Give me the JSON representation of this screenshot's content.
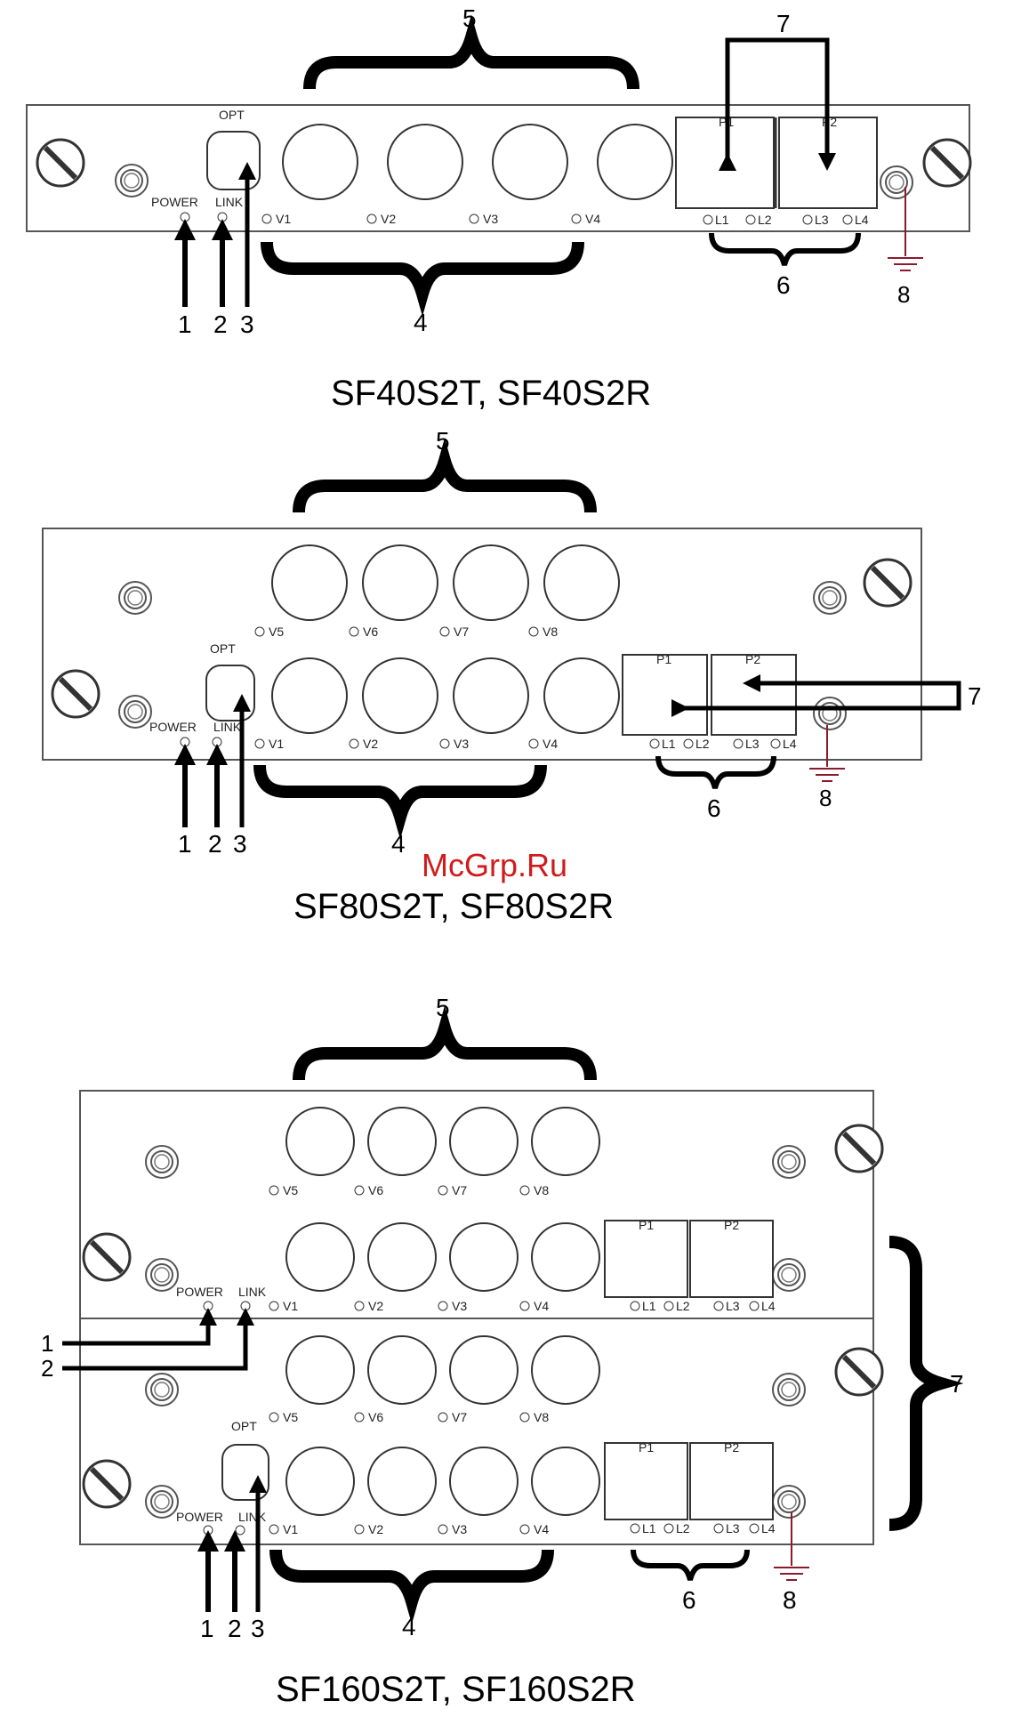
{
  "watermark": "McGrp.Ru",
  "panel_labels": {
    "opt": "OPT",
    "power": "POWER",
    "link": "LINK",
    "v1": "V1",
    "v2": "V2",
    "v3": "V3",
    "v4": "V4",
    "v5": "V5",
    "v6": "V6",
    "v7": "V7",
    "v8": "V8",
    "p1": "P1",
    "p2": "P2",
    "l1": "L1",
    "l2": "L2",
    "l3": "L3",
    "l4": "L4"
  },
  "callouts": {
    "n1": "1",
    "n2": "2",
    "n3": "3",
    "n4": "4",
    "n5": "5",
    "n6": "6",
    "n7": "7",
    "n8": "8"
  },
  "diagrams": [
    {
      "title": "SF40S2T, SF40S2R"
    },
    {
      "title": "SF80S2T, SF80S2R"
    },
    {
      "title": "SF160S2T, SF160S2R"
    }
  ],
  "colors": {
    "ground": "#8b1a2b",
    "line": "#000000",
    "panel_border": "#555555"
  }
}
